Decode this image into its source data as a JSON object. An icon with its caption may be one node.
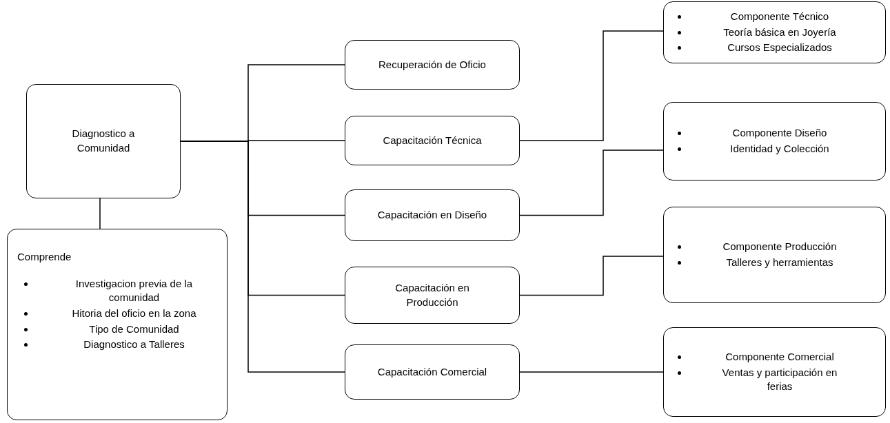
{
  "diagram": {
    "nodes": [
      {
        "text": [
          "Diagnostico a Comunidad"
        ]
      },
      {
        "text": [
          "Comprende",
          "Investigacion previa de la comunidad",
          "Hitoria del oficio en la zona",
          "Tipo de Comunidad",
          "Diagnostico a Talleres"
        ]
      },
      {
        "text": [
          "Recuperación de Oficio"
        ]
      },
      {
        "text": [
          "Capacitación Técnica"
        ]
      },
      {
        "text": [
          "Capacitación en Diseño"
        ]
      },
      {
        "text": [
          "Capacitación en Producción"
        ]
      },
      {
        "text": [
          "Capacitación Comercial"
        ]
      },
      {
        "text": [
          "Componente Técnico",
          "Teoría básica en Joyería",
          "Cursos Especializados"
        ]
      },
      {
        "text": [
          "Componente Diseño",
          "Identidad y Colección"
        ]
      },
      {
        "text": [
          "Componente Producción",
          "Talleres y herramientas"
        ]
      },
      {
        "text": [
          "Componente Comercial",
          "Ventas y participación en ferias"
        ]
      }
    ],
    "edges": [
      {
        "from": 0,
        "to": 1,
        "arrow": "none"
      },
      {
        "from": 0,
        "to": 2,
        "arrow": "none"
      },
      {
        "from": 0,
        "to": 3,
        "arrow": "none"
      },
      {
        "from": 0,
        "to": 4,
        "arrow": "none"
      },
      {
        "from": 0,
        "to": 5,
        "arrow": "none"
      },
      {
        "from": 0,
        "to": 6,
        "arrow": "none"
      },
      {
        "from": 3,
        "to": 7,
        "arrow": "none"
      },
      {
        "from": 4,
        "to": 8,
        "arrow": "none"
      },
      {
        "from": 5,
        "to": 9,
        "arrow": "none"
      },
      {
        "from": 6,
        "to": 10,
        "arrow": "none"
      }
    ]
  }
}
